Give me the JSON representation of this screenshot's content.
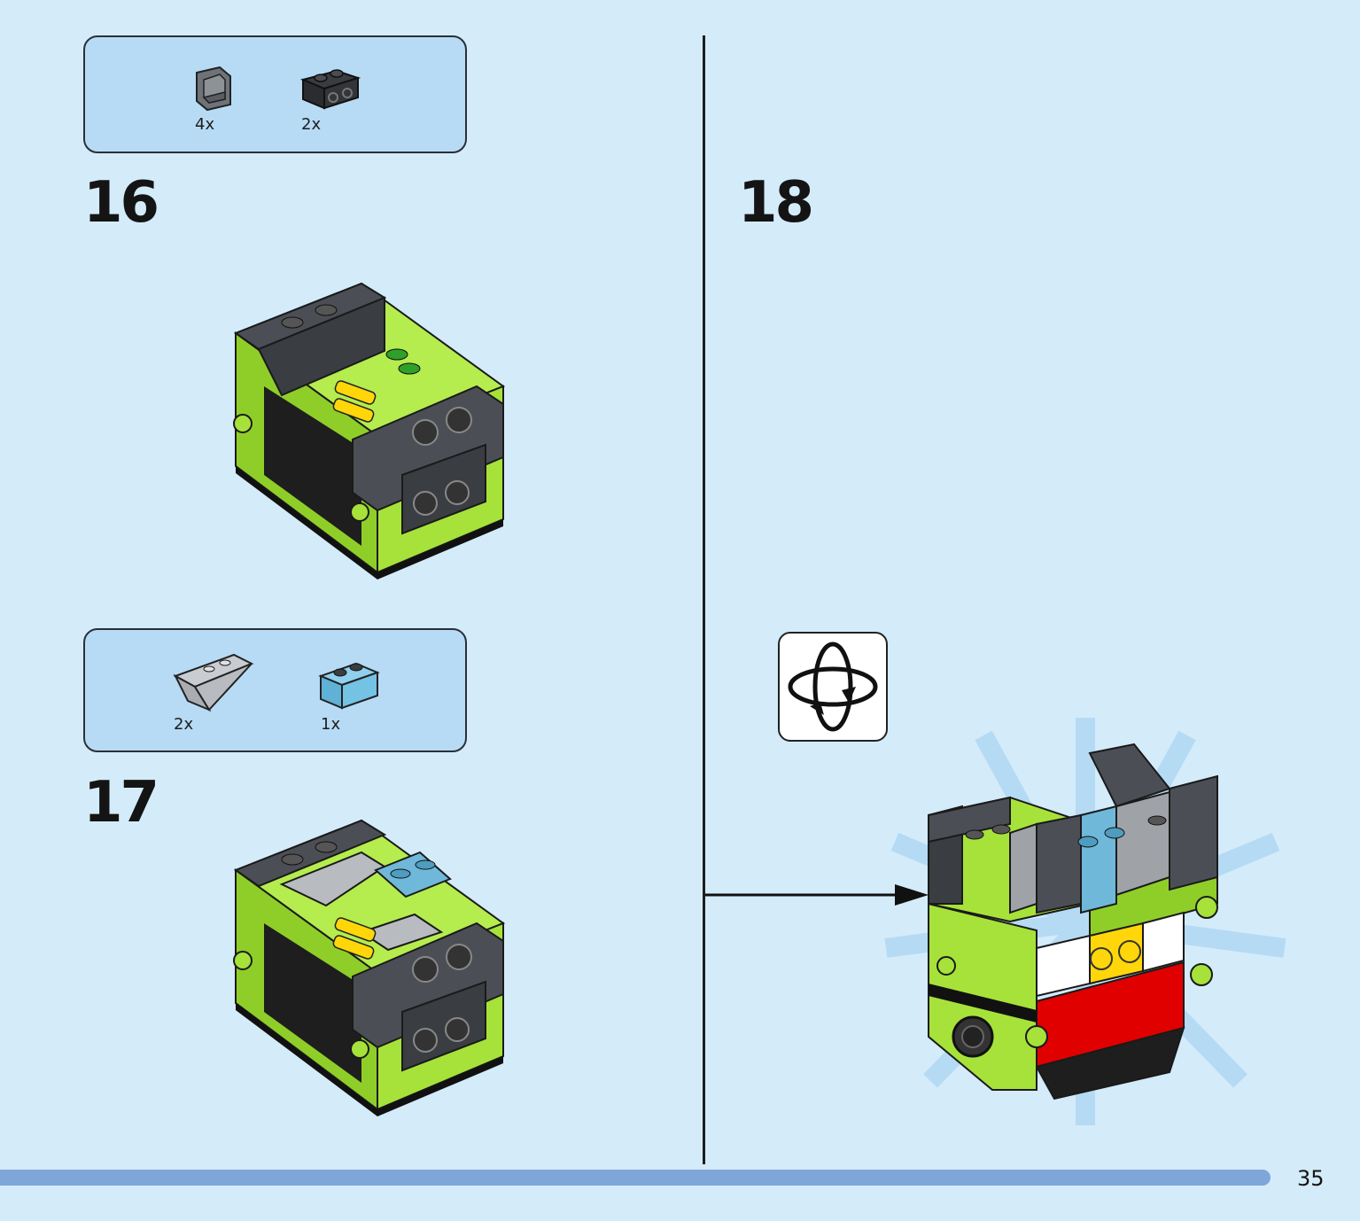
{
  "page": {
    "number": "35"
  },
  "steps": [
    {
      "number": "16",
      "parts": [
        {
          "qty": "4x",
          "icon": "dark-gray-corner-panel-icon"
        },
        {
          "qty": "2x",
          "icon": "black-brick-with-side-studs-icon"
        }
      ]
    },
    {
      "number": "17",
      "parts": [
        {
          "qty": "2x",
          "icon": "light-gray-inverted-slope-icon"
        },
        {
          "qty": "1x",
          "icon": "medium-azure-brick-1x2-icon"
        }
      ]
    },
    {
      "number": "18",
      "parts": []
    }
  ],
  "rotate_indicator": {
    "icon": "rotate-model-icon"
  },
  "colors": {
    "background": "#d4ebfa",
    "parts_box": "#b7dbf5",
    "lime": "#a6e23a",
    "dark_gray": "#4b4f55",
    "black": "#1e1e1e",
    "azure": "#6fb8da",
    "yellow": "#ffd60a",
    "red": "#e00000",
    "page_bar": "#7fa6d9"
  }
}
